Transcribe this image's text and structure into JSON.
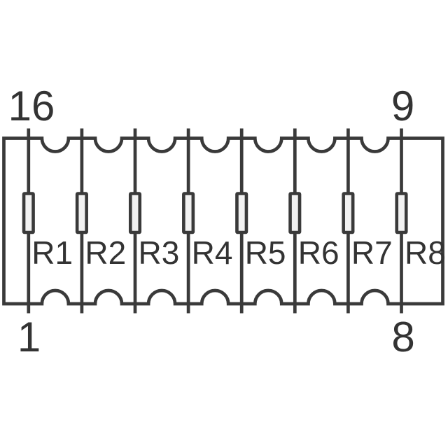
{
  "colors": {
    "line": "#3a3a3a",
    "text": "#333333",
    "resistor_fill": "#f2f2f2",
    "background": "#ffffff"
  },
  "pin_numbers": {
    "top_left": "16",
    "top_right": "9",
    "bottom_left": "1",
    "bottom_right": "8"
  },
  "resistors": [
    {
      "label": "R1"
    },
    {
      "label": "R2"
    },
    {
      "label": "R3"
    },
    {
      "label": "R4"
    },
    {
      "label": "R5"
    },
    {
      "label": "R6"
    },
    {
      "label": "R7"
    },
    {
      "label": "R8"
    }
  ]
}
